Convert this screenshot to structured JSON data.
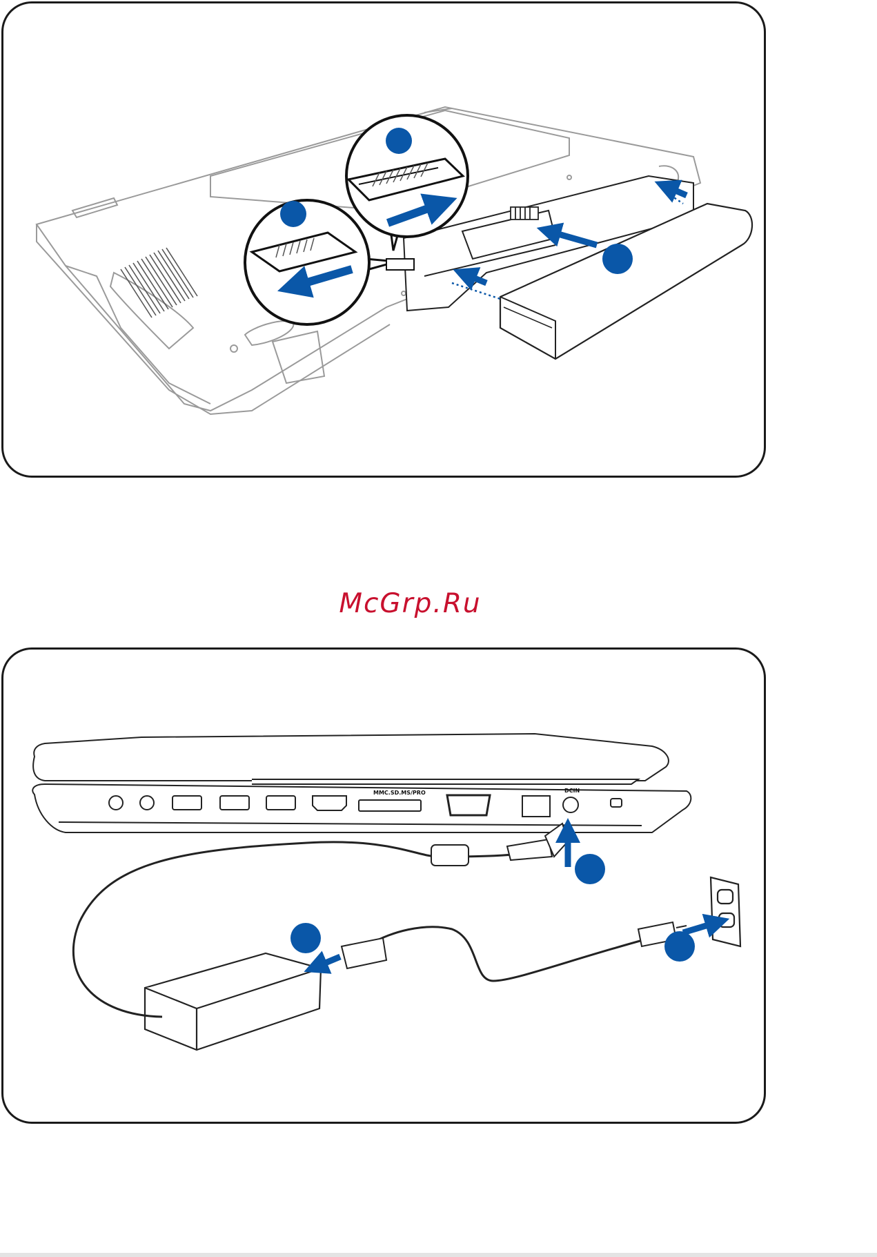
{
  "watermark": {
    "text": "McGrp.Ru",
    "color": "#c8102e"
  },
  "colors": {
    "step_marker": "#0a57a8",
    "arrow": "#0a57a8",
    "line_art": "#9a9a9a",
    "panel_border": "#1a1a1a"
  },
  "panel_battery": {
    "steps": [
      "battery-lock-step",
      "battery-lock-step",
      "battery-insert-step"
    ],
    "icons": [
      "laptop-underside",
      "battery-pack",
      "lock-switch-zoom",
      "lock-switch-zoom",
      "blue-arrow"
    ]
  },
  "panel_power": {
    "port_labels": {
      "card_reader": "MMC.SD.MS/PRO",
      "dc_in": "DCIN"
    },
    "steps": [
      "connect-adapter-step",
      "plug-into-laptop-step",
      "plug-into-outlet-step"
    ],
    "icons": [
      "laptop-side",
      "power-adapter",
      "wall-outlet",
      "power-cord",
      "blue-arrow"
    ]
  }
}
